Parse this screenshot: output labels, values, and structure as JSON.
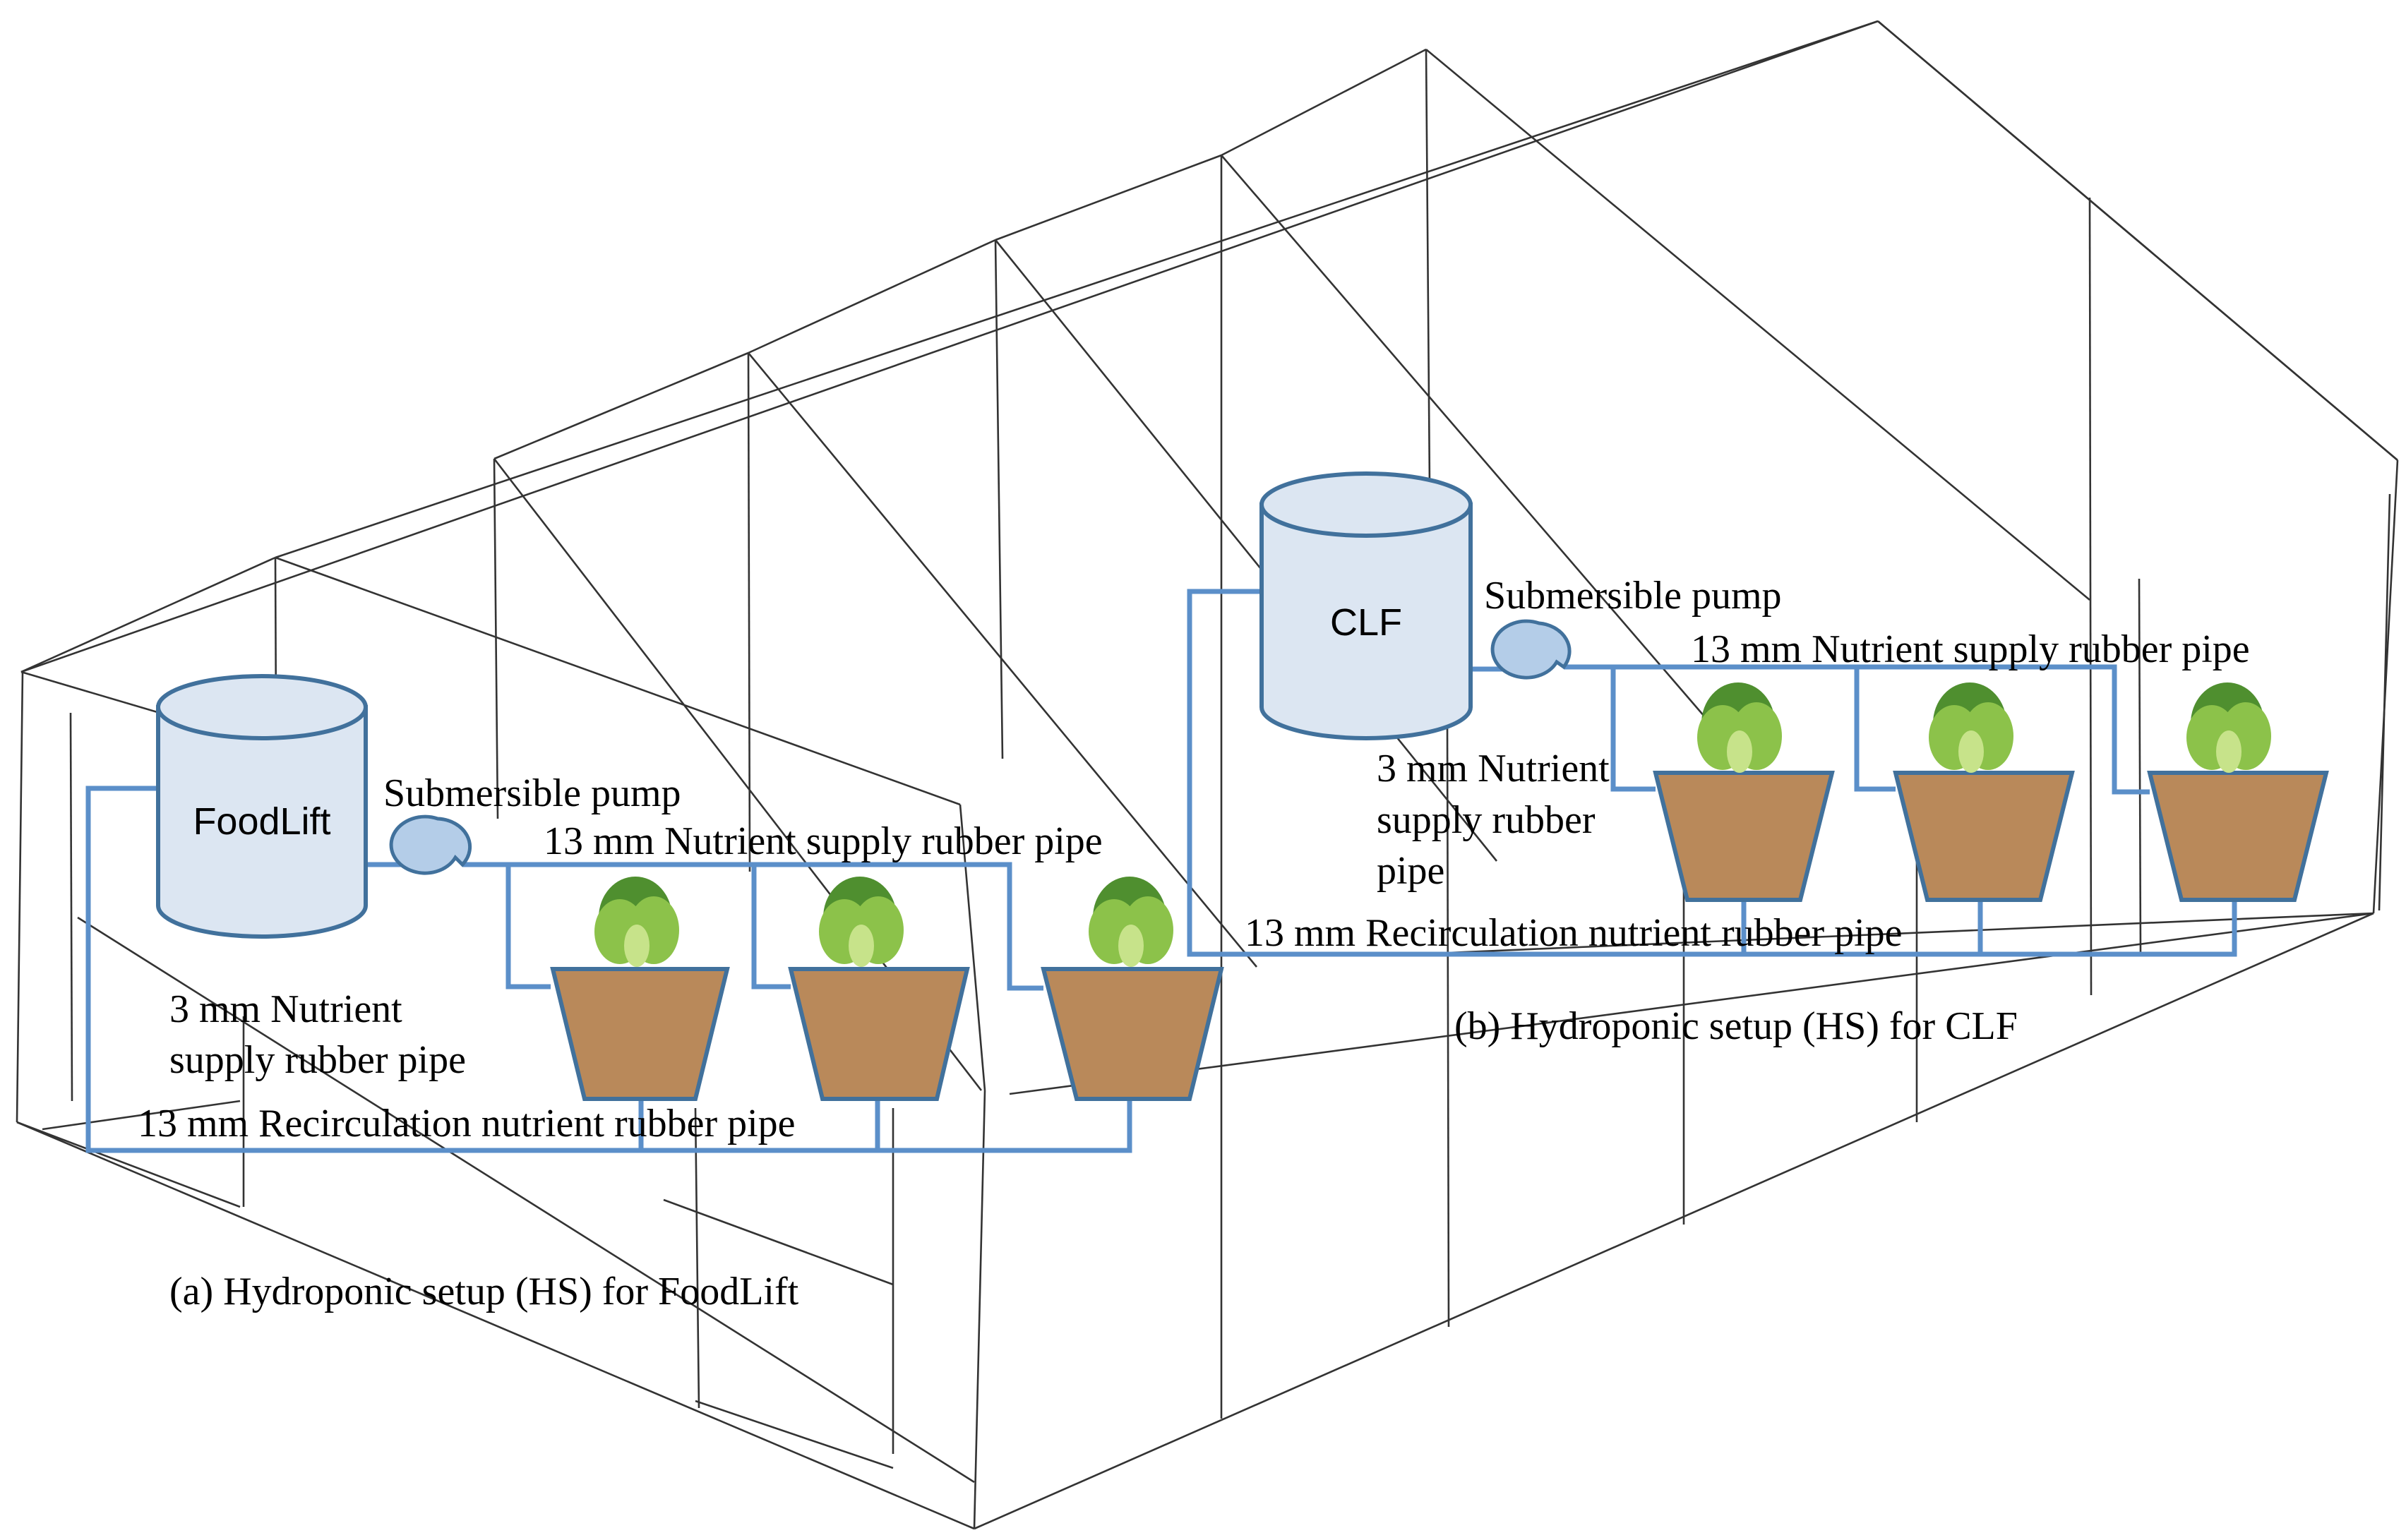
{
  "setup_a": {
    "tank_label": "FoodLift",
    "pump_label": "Submersible pump",
    "supply_13mm": "13 mm Nutrient supply rubber pipe",
    "supply_3mm_line1": "3 mm Nutrient",
    "supply_3mm_line2": "supply rubber pipe",
    "recirculation": "13 mm Recirculation nutrient rubber pipe",
    "caption": "(a) Hydroponic setup (HS)  for FoodLift"
  },
  "setup_b": {
    "tank_label": "CLF",
    "pump_label": "Submersible pump",
    "supply_13mm": "13 mm Nutrient supply rubber pipe",
    "supply_3mm_line1": "3 mm Nutrient",
    "supply_3mm_line2": "supply rubber",
    "supply_3mm_line3": "pipe",
    "recirculation": "13 mm Recirculation nutrient rubber pipe",
    "caption": "(b) Hydroponic setup (HS)  for CLF"
  },
  "colors": {
    "pipe": "#5b8fc9",
    "tank_fill": "#dce6f2",
    "outline": "#41719c",
    "soil": "#b9895a",
    "lettuce": "#8cc24a"
  }
}
